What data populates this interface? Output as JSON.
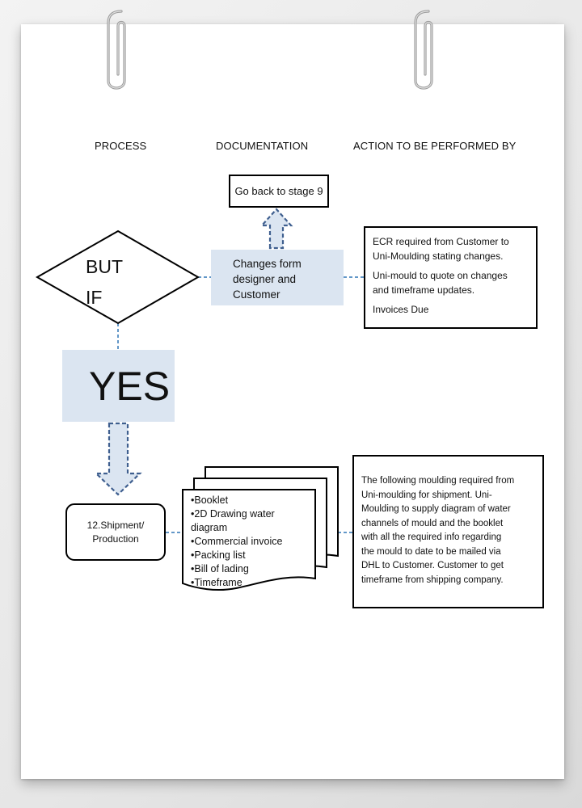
{
  "headers": {
    "process": "PROCESS",
    "documentation": "DOCUMENTATION",
    "action": "ACTION TO BE PERFORMED BY"
  },
  "decision": {
    "lines": [
      "BUT",
      "IF"
    ]
  },
  "go_back": {
    "label": "Go back to stage 9"
  },
  "changes_box": {
    "lines": [
      "Changes form",
      "designer and",
      "Customer"
    ]
  },
  "ecr_box": {
    "p1_lines": [
      "ECR required from Customer to",
      "Uni-Moulding stating changes."
    ],
    "p2_lines": [
      "Uni-mould to quote on changes",
      "and timeframe updates."
    ],
    "p3": "Invoices Due"
  },
  "yes_box": {
    "label": "YES"
  },
  "shipment": {
    "lines": [
      "12.Shipment/",
      "Production"
    ]
  },
  "documents": {
    "items": [
      "•Booklet",
      "•2D Drawing water",
      "diagram",
      "•Commercial invoice",
      "•Packing list",
      "•Bill of lading",
      "•Timeframe"
    ]
  },
  "shipment_action": {
    "lines": [
      "The following moulding required from",
      "Uni-moulding for shipment. Uni-",
      "Moulding to supply diagram of water",
      "channels of mould and the booklet",
      "with all the required info regarding",
      "the mould to date to be mailed via",
      "DHL to Customer.  Customer to get",
      "timeframe from shipping company."
    ]
  },
  "colors": {
    "box_fill": "#dbe5f1",
    "arrow_fill": "#dbe5f1",
    "arrow_stroke": "#3f5f8f",
    "connector": "#2e75b6",
    "border": "#000000"
  }
}
